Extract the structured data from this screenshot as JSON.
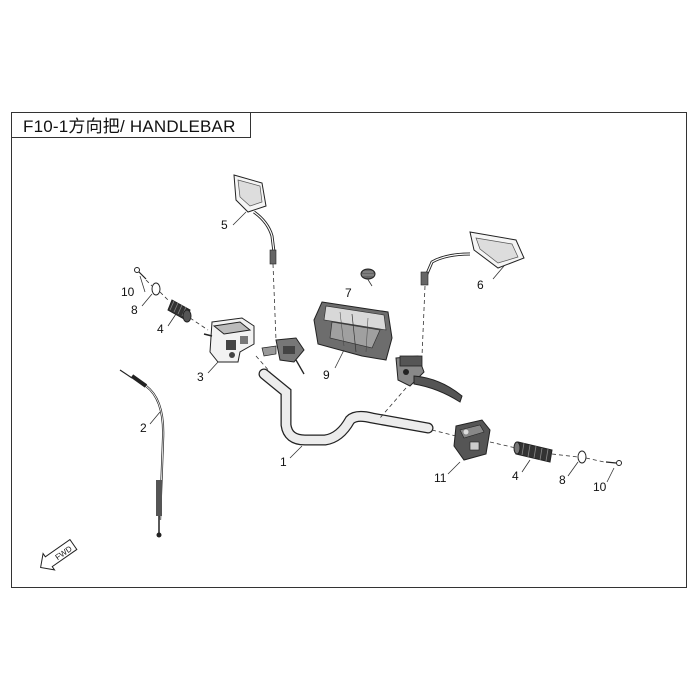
{
  "title": "F10-1方向把/ HANDLEBAR",
  "fwd_label": "FWD",
  "callouts": {
    "c1": "1",
    "c2": "2",
    "c3": "3",
    "c4a": "4",
    "c4b": "4",
    "c5": "5",
    "c6": "6",
    "c7": "7",
    "c8a": "8",
    "c8b": "8",
    "c9": "9",
    "c10a": "10",
    "c10b": "10",
    "c11": "11"
  }
}
